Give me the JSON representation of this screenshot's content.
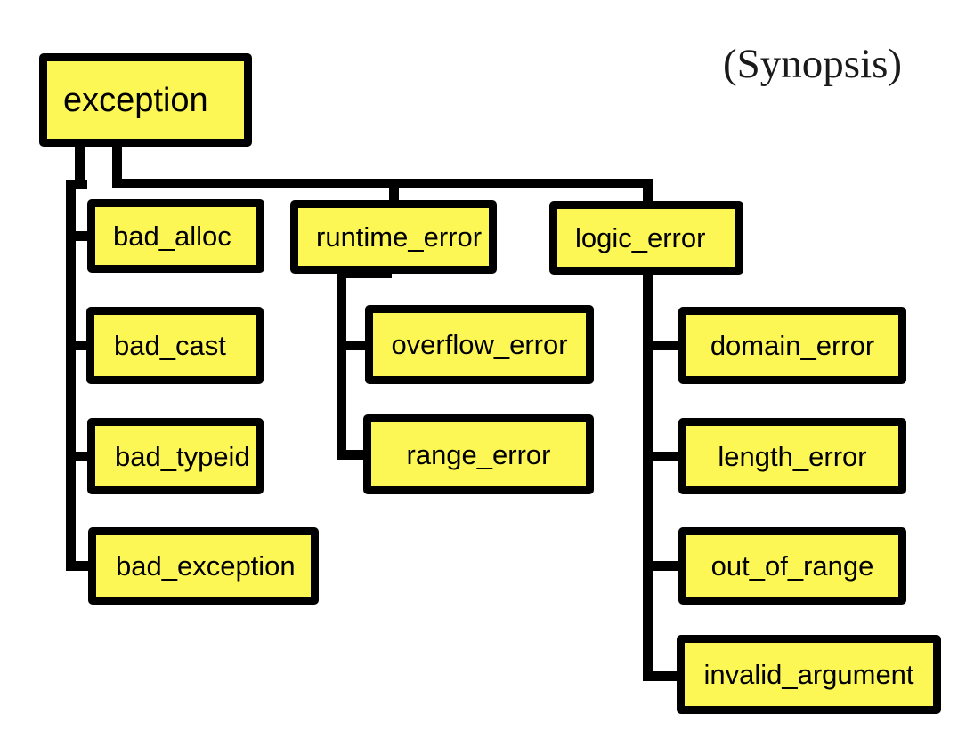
{
  "diagram": {
    "title": "(Synopsis)",
    "background_color": "#ffffff",
    "node_fill_color": "#fdf756",
    "node_border_color": "#000000",
    "edge_color": "#000000",
    "root": {
      "label": "exception"
    },
    "level2": [
      {
        "label": "bad_alloc"
      },
      {
        "label": "runtime_error"
      },
      {
        "label": "logic_error"
      }
    ],
    "exception_direct_children": [
      {
        "label": "bad_cast"
      },
      {
        "label": "bad_typeid"
      },
      {
        "label": "bad_exception"
      }
    ],
    "runtime_error_children": [
      {
        "label": "overflow_error"
      },
      {
        "label": "range_error"
      }
    ],
    "logic_error_children": [
      {
        "label": "domain_error"
      },
      {
        "label": "length_error"
      },
      {
        "label": "out_of_range"
      },
      {
        "label": "invalid_argument"
      }
    ]
  }
}
